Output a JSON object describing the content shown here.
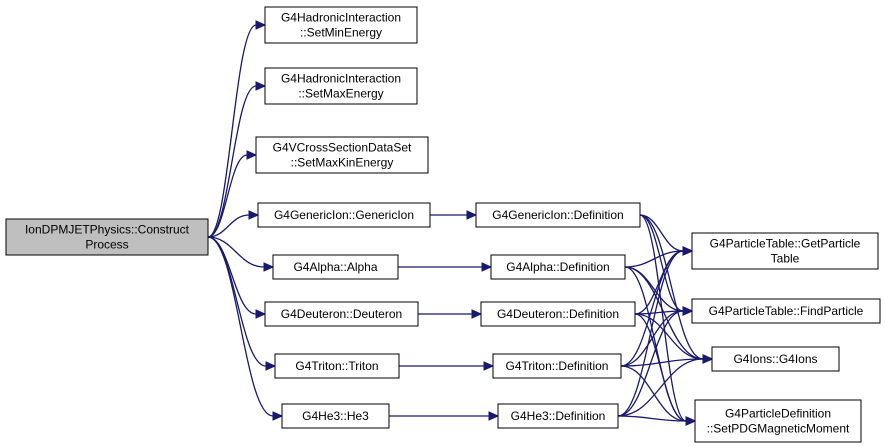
{
  "nodes": {
    "root": [
      "IonDPMJETPhysics::Construct",
      "Process"
    ],
    "set_min_energy": [
      "G4HadronicInteraction",
      "::SetMinEnergy"
    ],
    "set_max_energy": [
      "G4HadronicInteraction",
      "::SetMaxEnergy"
    ],
    "set_max_kin_energy": [
      "G4VCrossSectionDataSet",
      "::SetMaxKinEnergy"
    ],
    "generic_ion_ctor": [
      "G4GenericIon::GenericIon"
    ],
    "alpha_ctor": [
      "G4Alpha::Alpha"
    ],
    "deuteron_ctor": [
      "G4Deuteron::Deuteron"
    ],
    "triton_ctor": [
      "G4Triton::Triton"
    ],
    "he3_ctor": [
      "G4He3::He3"
    ],
    "generic_ion_def": [
      "G4GenericIon::Definition"
    ],
    "alpha_def": [
      "G4Alpha::Definition"
    ],
    "deuteron_def": [
      "G4Deuteron::Definition"
    ],
    "triton_def": [
      "G4Triton::Definition"
    ],
    "he3_def": [
      "G4He3::Definition"
    ],
    "get_particle_table": [
      "G4ParticleTable::GetParticle",
      "Table"
    ],
    "find_particle": [
      "G4ParticleTable::FindParticle"
    ],
    "g4ions_ctor": [
      "G4Ions::G4Ions"
    ],
    "set_pdg_magnetic_moment": [
      "G4ParticleDefinition",
      "::SetPDGMagneticMoment"
    ]
  },
  "edges": [
    [
      "root",
      "set_min_energy"
    ],
    [
      "root",
      "set_max_energy"
    ],
    [
      "root",
      "set_max_kin_energy"
    ],
    [
      "root",
      "generic_ion_ctor"
    ],
    [
      "root",
      "alpha_ctor"
    ],
    [
      "root",
      "deuteron_ctor"
    ],
    [
      "root",
      "triton_ctor"
    ],
    [
      "root",
      "he3_ctor"
    ],
    [
      "generic_ion_ctor",
      "generic_ion_def"
    ],
    [
      "alpha_ctor",
      "alpha_def"
    ],
    [
      "deuteron_ctor",
      "deuteron_def"
    ],
    [
      "triton_ctor",
      "triton_def"
    ],
    [
      "he3_ctor",
      "he3_def"
    ],
    [
      "generic_ion_def",
      "get_particle_table"
    ],
    [
      "generic_ion_def",
      "find_particle"
    ],
    [
      "generic_ion_def",
      "g4ions_ctor"
    ],
    [
      "generic_ion_def",
      "set_pdg_magnetic_moment"
    ],
    [
      "alpha_def",
      "get_particle_table"
    ],
    [
      "alpha_def",
      "find_particle"
    ],
    [
      "alpha_def",
      "g4ions_ctor"
    ],
    [
      "alpha_def",
      "set_pdg_magnetic_moment"
    ],
    [
      "deuteron_def",
      "get_particle_table"
    ],
    [
      "deuteron_def",
      "find_particle"
    ],
    [
      "deuteron_def",
      "g4ions_ctor"
    ],
    [
      "deuteron_def",
      "set_pdg_magnetic_moment"
    ],
    [
      "triton_def",
      "get_particle_table"
    ],
    [
      "triton_def",
      "find_particle"
    ],
    [
      "triton_def",
      "g4ions_ctor"
    ],
    [
      "triton_def",
      "set_pdg_magnetic_moment"
    ],
    [
      "he3_def",
      "get_particle_table"
    ],
    [
      "he3_def",
      "find_particle"
    ],
    [
      "he3_def",
      "g4ions_ctor"
    ],
    [
      "he3_def",
      "set_pdg_magnetic_moment"
    ]
  ],
  "colors": {
    "edge": "#191970",
    "root_fill": "#bfbfbf",
    "node_fill": "#ffffff",
    "node_border": "#000000"
  }
}
